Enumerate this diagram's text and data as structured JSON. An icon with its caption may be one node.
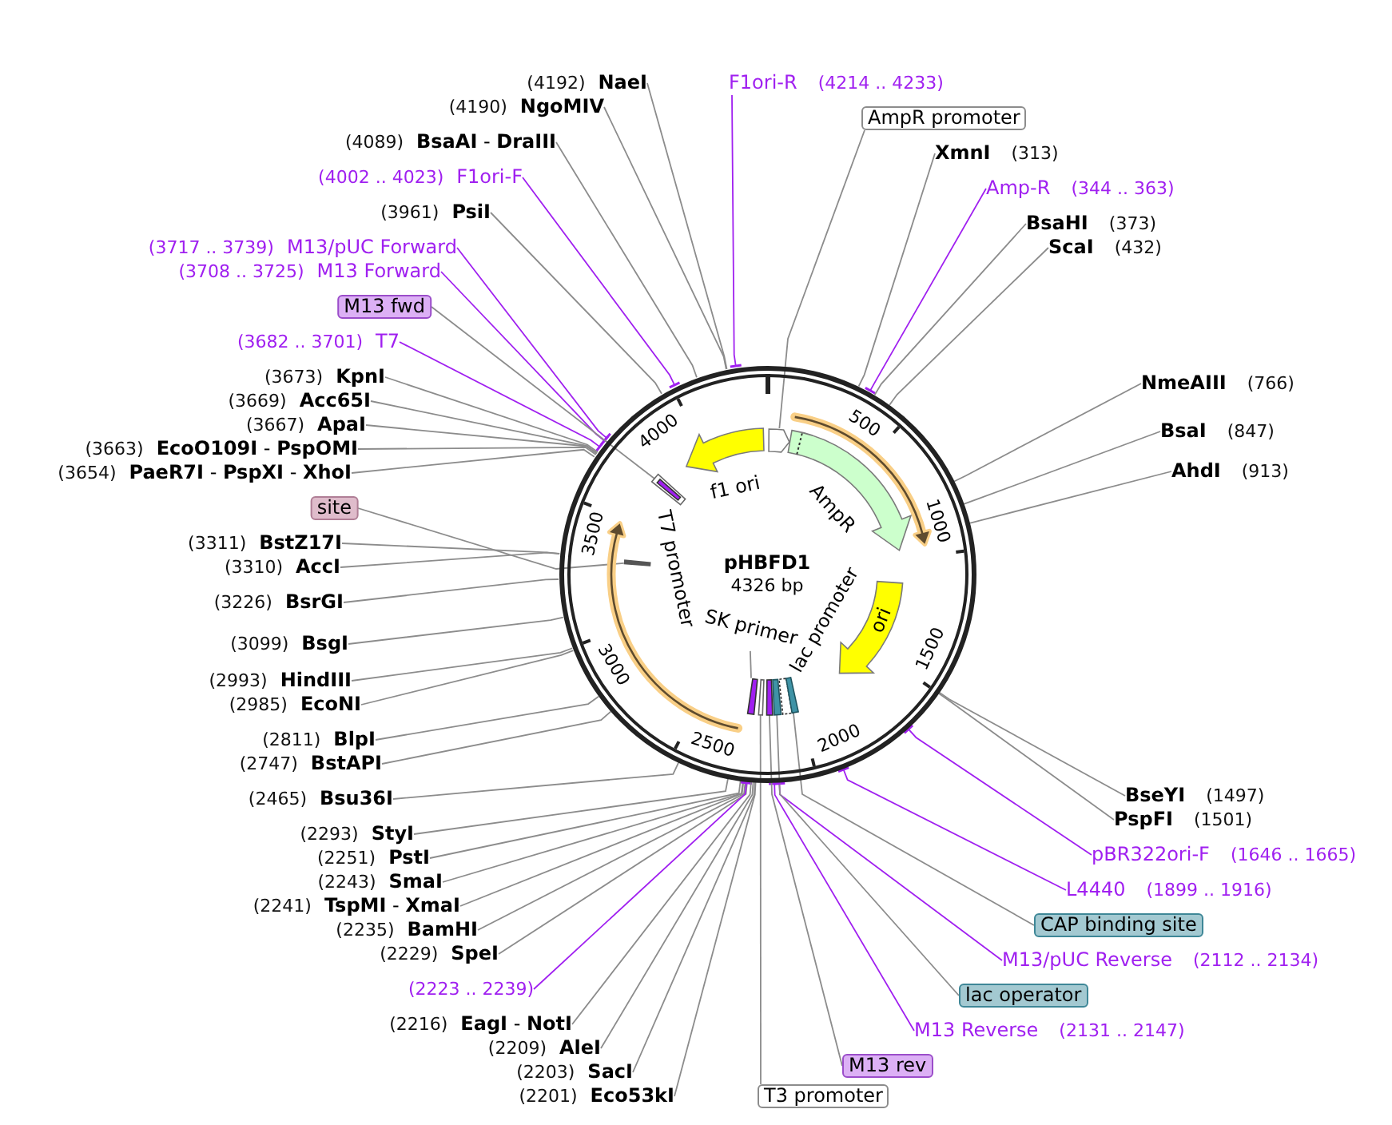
{
  "diagram": {
    "nodes": [
      {
        "text": [
          "pHBFD1",
          "4326 bp"
        ]
      },
      {
        "text": [
          "(4192)",
          "NaeI"
        ]
      },
      {
        "text": [
          "(4190)",
          "NgoMIV"
        ]
      },
      {
        "text": [
          "(4089)",
          "**BsaAI** - **DraIII**"
        ]
      },
      {
        "text": [
          "(4002 .. 4023)",
          "F1ori-F"
        ]
      },
      {
        "text": [
          "(3961)",
          "PsiI"
        ]
      },
      {
        "text": [
          "(3717 .. 3739)",
          "M13/pUC Forward"
        ]
      },
      {
        "text": [
          "(3708 .. 3725)",
          "M13 Forward"
        ]
      },
      {
        "text": [
          "M13 fwd"
        ]
      },
      {
        "text": [
          "(3682 .. 3701)",
          "T7"
        ]
      },
      {
        "text": [
          "(3673)",
          "KpnI"
        ]
      },
      {
        "text": [
          "(3669)",
          "Acc65I"
        ]
      },
      {
        "text": [
          "(3667)",
          "ApaI"
        ]
      },
      {
        "text": [
          "(3663)",
          "**EcoO109I** - **PspOMI**"
        ]
      },
      {
        "text": [
          "(3654)",
          "**PaeR7I** - **PspXI** - **XhoI**"
        ]
      },
      {
        "text": [
          "site"
        ]
      },
      {
        "text": [
          "(3311)",
          "BstZ17I"
        ]
      },
      {
        "text": [
          "(3310)",
          "AccI"
        ]
      },
      {
        "text": [
          "(3226)",
          "BsrGI"
        ]
      },
      {
        "text": [
          "(3099)",
          "BsgI"
        ]
      },
      {
        "text": [
          "(2993)",
          "HindIII"
        ]
      },
      {
        "text": [
          "(2985)",
          "EcoNI"
        ]
      },
      {
        "text": [
          "(2811)",
          "BlpI"
        ]
      },
      {
        "text": [
          "(2747)",
          "BstAPI"
        ]
      },
      {
        "text": [
          "(2465)",
          "Bsu36I"
        ]
      },
      {
        "text": [
          "(2293)",
          "StyI"
        ]
      },
      {
        "text": [
          "(2251)",
          "PstI"
        ]
      },
      {
        "text": [
          "(2243)",
          "SmaI"
        ]
      },
      {
        "text": [
          "(2241)",
          "**TspMI** - **XmaI**"
        ]
      },
      {
        "text": [
          "(2235)",
          "BamHI"
        ]
      },
      {
        "text": [
          "(2229)",
          "SpeI"
        ]
      },
      {
        "text": [
          "(2223 .. 2239)"
        ]
      },
      {
        "text": [
          "(2216)",
          "**EagI** - **NotI**"
        ]
      },
      {
        "text": [
          "(2209)",
          "AleI"
        ]
      },
      {
        "text": [
          "(2203)",
          "SacI"
        ]
      },
      {
        "text": [
          "(2201)",
          "Eco53kI"
        ]
      },
      {
        "text": [
          "F1ori-R",
          "(4214 .. 4233)"
        ]
      },
      {
        "text": [
          "AmpR promoter"
        ]
      },
      {
        "text": [
          "XmnI",
          "(313)"
        ]
      },
      {
        "text": [
          "Amp-R",
          "(344 .. 363)"
        ]
      },
      {
        "text": [
          "BsaHI",
          "(373)"
        ]
      },
      {
        "text": [
          "ScaI",
          "(432)"
        ]
      },
      {
        "text": [
          "NmeAIII",
          "(766)"
        ]
      },
      {
        "text": [
          "BsaI",
          "(847)"
        ]
      },
      {
        "text": [
          "AhdI",
          "(913)"
        ]
      },
      {
        "text": [
          "BseYI",
          "(1497)"
        ]
      },
      {
        "text": [
          "PspFI",
          "(1501)"
        ]
      },
      {
        "text": [
          "pBR322ori-F",
          "(1646 .. 1665)"
        ]
      },
      {
        "text": [
          "L4440",
          "(1899 .. 1916)"
        ]
      },
      {
        "text": [
          "CAP binding site"
        ]
      },
      {
        "text": [
          "M13/pUC Reverse",
          "(2112 .. 2134)"
        ]
      },
      {
        "text": [
          "lac operator"
        ]
      },
      {
        "text": [
          "M13 Reverse",
          "(2131 .. 2147)"
        ]
      },
      {
        "text": [
          "M13 rev"
        ]
      },
      {
        "text": [
          "T3 promoter"
        ]
      },
      {
        "text": [
          "f1 ori"
        ],
        "in": 0
      },
      {
        "text": [
          "AmpR"
        ],
        "in": 0
      },
      {
        "text": [
          "ori"
        ],
        "in": 0
      },
      {
        "text": [
          "SK primer"
        ],
        "in": 0
      },
      {
        "text": [],
        "shape": "arrow",
        "in": 0
      },
      {
        "text": [],
        "shape": "bar",
        "in": 0
      },
      {
        "text": [],
        "shape": "bar",
        "in": 0
      },
      {
        "text": [],
        "shape": "bar",
        "in": 0
      },
      {
        "text": [],
        "shape": "bar",
        "in": 0
      },
      {
        "text": [],
        "shape": "bar",
        "in": 0
      },
      {
        "text": [],
        "shape": "bar",
        "in": 0
      },
      {
        "text": [],
        "shape": "bar",
        "in": 0
      }
    ],
    "edges": [
      {
        "from": 1,
        "to": 0,
        "arrow": "none"
      },
      {
        "from": 2,
        "to": 0,
        "arrow": "none"
      },
      {
        "from": 3,
        "to": 0,
        "arrow": "none"
      },
      {
        "from": 4,
        "to": 0,
        "arrow": "other",
        "color": "#a020f0"
      },
      {
        "from": 5,
        "to": 0,
        "arrow": "none"
      },
      {
        "from": 6,
        "to": 0,
        "arrow": "other",
        "color": "#a020f0"
      },
      {
        "from": 7,
        "to": 0,
        "arrow": "other",
        "color": "#a020f0"
      },
      {
        "from": 8,
        "to": 60,
        "arrow": "none"
      },
      {
        "from": 9,
        "to": 0,
        "arrow": "other",
        "color": "#a020f0"
      },
      {
        "from": 10,
        "to": 0,
        "arrow": "none"
      },
      {
        "from": 11,
        "to": 0,
        "arrow": "none"
      },
      {
        "from": 12,
        "to": 0,
        "arrow": "none"
      },
      {
        "from": 13,
        "to": 0,
        "arrow": "none"
      },
      {
        "from": 14,
        "to": 0,
        "arrow": "none"
      },
      {
        "from": 15,
        "to": 61,
        "arrow": "none"
      },
      {
        "from": 16,
        "to": 0,
        "arrow": "none"
      },
      {
        "from": 17,
        "to": 0,
        "arrow": "none"
      },
      {
        "from": 18,
        "to": 0,
        "arrow": "none"
      },
      {
        "from": 19,
        "to": 0,
        "arrow": "none"
      },
      {
        "from": 20,
        "to": 0,
        "arrow": "none"
      },
      {
        "from": 21,
        "to": 0,
        "arrow": "none"
      },
      {
        "from": 22,
        "to": 0,
        "arrow": "none"
      },
      {
        "from": 23,
        "to": 0,
        "arrow": "none"
      },
      {
        "from": 24,
        "to": 0,
        "arrow": "none"
      },
      {
        "from": 25,
        "to": 0,
        "arrow": "none"
      },
      {
        "from": 26,
        "to": 0,
        "arrow": "none"
      },
      {
        "from": 27,
        "to": 0,
        "arrow": "none"
      },
      {
        "from": 28,
        "to": 0,
        "arrow": "none"
      },
      {
        "from": 29,
        "to": 0,
        "arrow": "none"
      },
      {
        "from": 30,
        "to": 0,
        "arrow": "none"
      },
      {
        "from": 31,
        "to": 0,
        "arrow": "other",
        "color": "#a020f0"
      },
      {
        "from": 32,
        "to": 0,
        "arrow": "none"
      },
      {
        "from": 33,
        "to": 0,
        "arrow": "none"
      },
      {
        "from": 34,
        "to": 0,
        "arrow": "none"
      },
      {
        "from": 35,
        "to": 0,
        "arrow": "none"
      },
      {
        "from": 36,
        "to": 0,
        "arrow": "other",
        "color": "#a020f0"
      },
      {
        "from": 37,
        "to": 59,
        "arrow": "none"
      },
      {
        "from": 38,
        "to": 0,
        "arrow": "none"
      },
      {
        "from": 39,
        "to": 0,
        "arrow": "other",
        "color": "#a020f0"
      },
      {
        "from": 40,
        "to": 0,
        "arrow": "none"
      },
      {
        "from": 41,
        "to": 0,
        "arrow": "none"
      },
      {
        "from": 42,
        "to": 0,
        "arrow": "none"
      },
      {
        "from": 43,
        "to": 0,
        "arrow": "none"
      },
      {
        "from": 44,
        "to": 0,
        "arrow": "none"
      },
      {
        "from": 45,
        "to": 0,
        "arrow": "none"
      },
      {
        "from": 46,
        "to": 0,
        "arrow": "none"
      },
      {
        "from": 47,
        "to": 0,
        "arrow": "other",
        "color": "#a020f0"
      },
      {
        "from": 48,
        "to": 0,
        "arrow": "other",
        "color": "#a020f0"
      },
      {
        "from": 49,
        "to": 66,
        "arrow": "none"
      },
      {
        "from": 50,
        "to": 0,
        "arrow": "other",
        "color": "#a020f0"
      },
      {
        "from": 51,
        "to": 65,
        "arrow": "none"
      },
      {
        "from": 52,
        "to": 0,
        "arrow": "other",
        "color": "#a020f0"
      },
      {
        "from": 53,
        "to": 64,
        "arrow": "none"
      },
      {
        "from": 54,
        "to": 63,
        "arrow": "none"
      },
      {
        "from": 58,
        "to": 62,
        "arrow": "none"
      }
    ],
    "labels": [
      "T7 promoter",
      "lac promoter",
      "500",
      "1000",
      "1500",
      "2000",
      "2500",
      "3000",
      "3500",
      "4000"
    ]
  }
}
